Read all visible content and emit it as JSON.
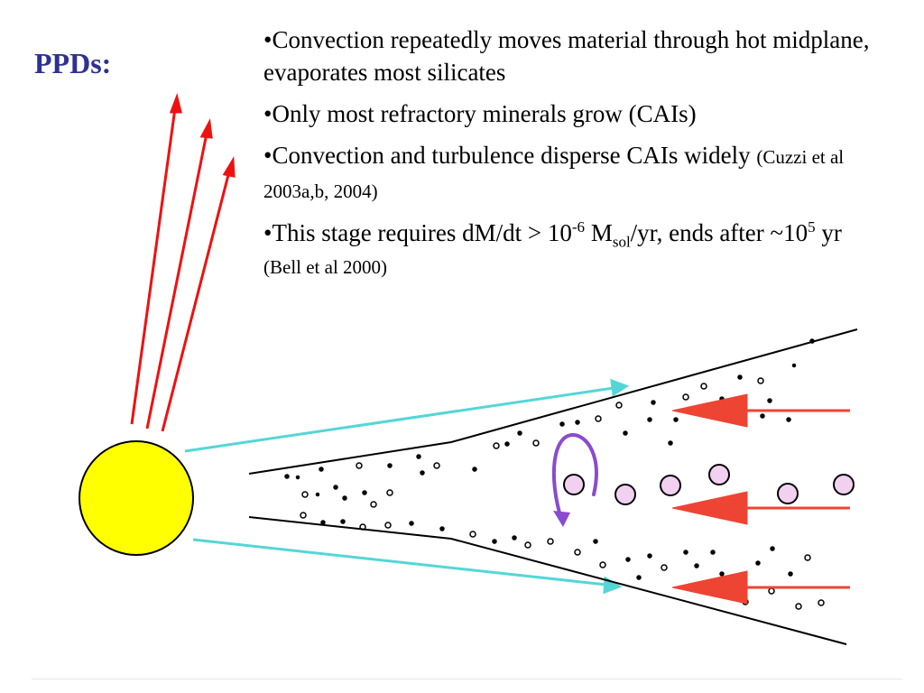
{
  "slide": {
    "title": "PPDs:",
    "bullets": [
      {
        "marker": "•",
        "text": "Convection repeatedly moves material through hot midplane, evaporates most silicates"
      },
      {
        "marker": "•",
        "text": "Only most refractory minerals grow (CAIs)"
      },
      {
        "marker": "•",
        "text_main": "Convection and turbulence disperse CAIs widely ",
        "citation": "(Cuzzi et al 2003a,b, 2004)"
      },
      {
        "marker": "•",
        "text_a": "This stage requires dM/dt > 10",
        "sup_a": "-6",
        "text_b": " M",
        "sub_b": "sol",
        "text_c": "/yr, ends after ~10",
        "sup_c": "5",
        "text_d": " yr ",
        "citation": "(Bell et al 2000)"
      }
    ]
  },
  "colors": {
    "title": "#2e3192",
    "star": "#ffff00",
    "radiation_arrows": "#ee1111",
    "cyan_arrows": "#55d6d6",
    "inflow_arrows": "#ee4433",
    "cai": "#f2d0f0",
    "convection_loop": "#8a4bcf"
  }
}
